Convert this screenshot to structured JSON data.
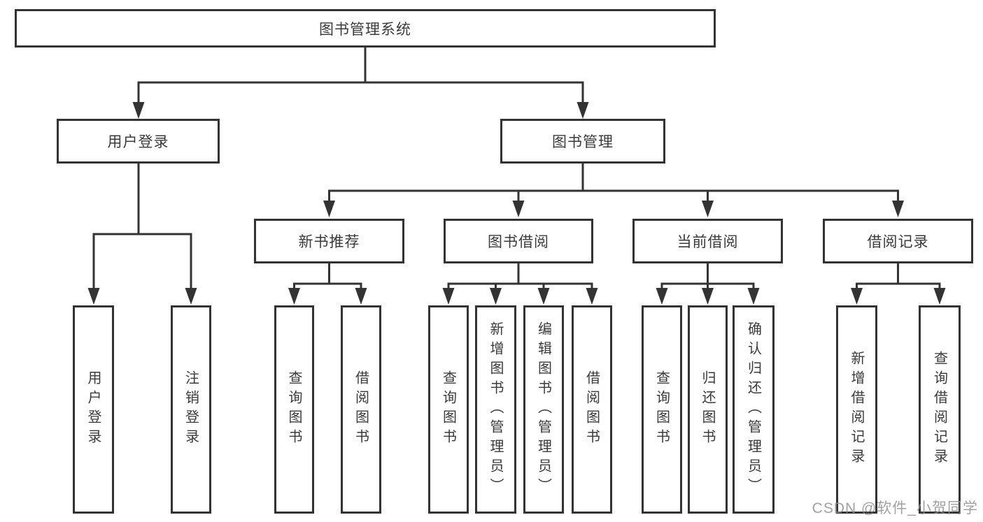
{
  "diagram": {
    "root": {
      "label": "图书管理系统"
    },
    "branches": {
      "user": {
        "label": "用户登录",
        "leaves": [
          "用户登录",
          "注销登录"
        ]
      },
      "book": {
        "label": "图书管理",
        "groups": [
          {
            "label": "新书推荐",
            "leaves": [
              "查询图书",
              "借阅图书"
            ]
          },
          {
            "label": "图书借阅",
            "leaves": [
              "查询图书",
              "新增图书（管理员）",
              "编辑图书（管理员）",
              "借阅图书"
            ]
          },
          {
            "label": "当前借阅",
            "leaves": [
              "查询图书",
              "归还图书",
              "确认归还（管理员）"
            ]
          },
          {
            "label": "借阅记录",
            "leaves": [
              "新增借阅记录",
              "查询借阅记录"
            ]
          }
        ]
      }
    },
    "watermark": "CSDN @软件_小贺同学",
    "colors": {
      "line": "#333333",
      "box_border": "#333333",
      "text": "#3a3a3a",
      "watermark": "#919191",
      "background": "#ffffff"
    }
  }
}
